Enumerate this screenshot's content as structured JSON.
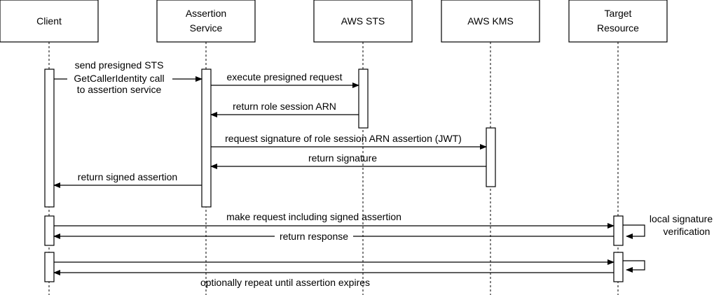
{
  "actors": [
    {
      "line1": "Client",
      "line2": ""
    },
    {
      "line1": "Assertion",
      "line2": "Service"
    },
    {
      "line1": "AWS STS",
      "line2": ""
    },
    {
      "line1": "AWS KMS",
      "line2": ""
    },
    {
      "line1": "Target",
      "line2": "Resource"
    }
  ],
  "messages": {
    "presigned_line1": "send presigned STS",
    "presigned_line2": "GetCallerIdentity call",
    "presigned_line3": "to assertion service",
    "execute": "execute presigned request",
    "return_arn": "return role session ARN",
    "request_signature": "request signature of role session ARN assertion (JWT)",
    "return_signature": "return signature",
    "return_signed": "return signed assertion",
    "make_request": "make request including signed assertion",
    "return_response": "return response",
    "local_sig_line1": "local signature",
    "local_sig_line2": "verification",
    "optional_repeat": "optionally repeat until assertion expires"
  }
}
